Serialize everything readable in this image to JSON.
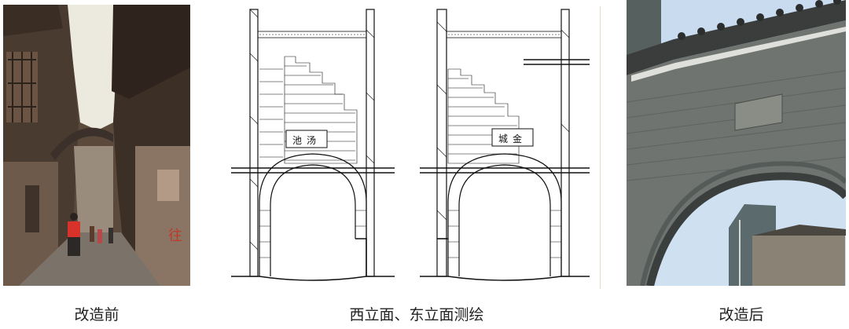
{
  "captions": {
    "before": "改造前",
    "survey": "西立面、东立面测绘",
    "after": "改造后"
  },
  "drawings": {
    "west_plaque": "池汤",
    "east_plaque": "城金"
  },
  "colors": {
    "photo_before_sky": "#e9e6dc",
    "photo_after_sky": "#c9dcef",
    "wall_gray": "#6f7470",
    "roof_tile": "#3a3d3c",
    "line": "#111111"
  }
}
